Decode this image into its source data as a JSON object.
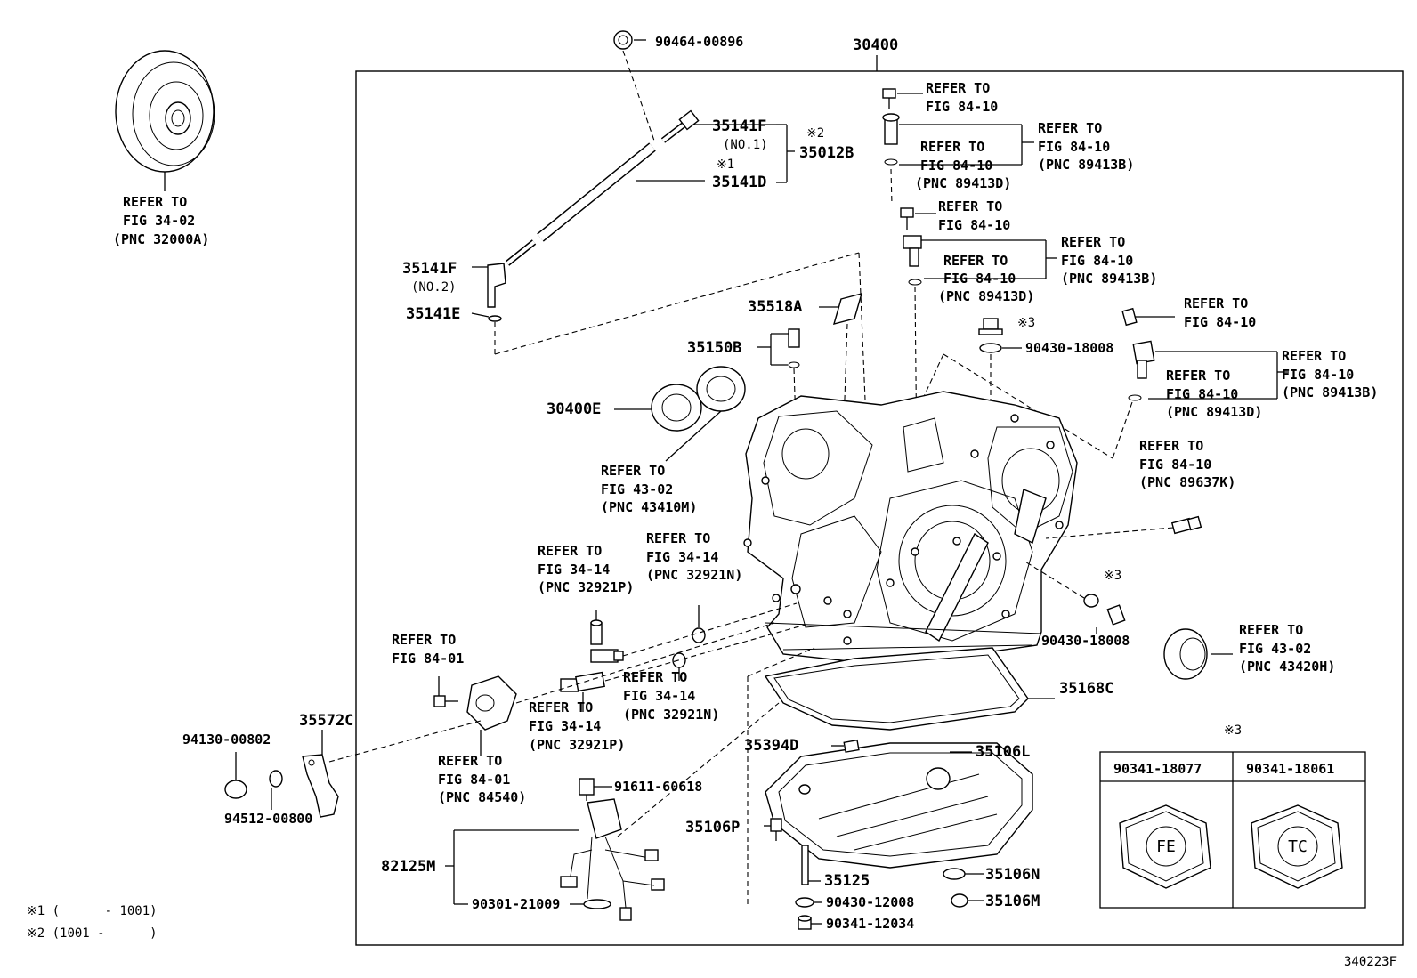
{
  "labels": {
    "assembly": "30400",
    "p90464": "90464-00896",
    "p35141F_1": "35141F",
    "no1": "(NO.1)",
    "mark1": "※1",
    "mark2": "※2",
    "p35012B": "35012B",
    "p35141D": "35141D",
    "p35141F_2": "35141F",
    "no2": "(NO.2)",
    "p35141E": "35141E",
    "p35518A": "35518A",
    "p35150B": "35150B",
    "p30400E": "30400E",
    "p35168C": "35168C",
    "p35394D": "35394D",
    "p35106L": "35106L",
    "p35106P": "35106P",
    "p35125": "35125",
    "p35106N": "35106N",
    "p35106M": "35106M",
    "p90430_12008": "90430-12008",
    "p90341_12034": "90341-12034",
    "p35572C": "35572C",
    "p94130": "94130-00802",
    "p94512": "94512-00800",
    "p91611": "91611-60618",
    "p82125M": "82125M",
    "p90301": "90301-21009",
    "p90430_18008a": "90430-18008",
    "p90430_18008b": "90430-18008",
    "mark3a": "※3",
    "mark3b": "※3",
    "mark3c": "※3"
  },
  "refs": {
    "r1": [
      "REFER TO",
      "FIG 34-02",
      "(PNC 32000A)"
    ],
    "r2": [
      "REFER TO",
      "FIG 84-10"
    ],
    "r3": [
      "REFER TO",
      "FIG 84-10",
      "(PNC 89413B)"
    ],
    "r4": [
      "REFER TO",
      "FIG 84-10",
      "(PNC 89413D)"
    ],
    "r5": [
      "REFER TO",
      "FIG 84-10"
    ],
    "r6": [
      "REFER TO",
      "FIG 84-10",
      "(PNC 89413B)"
    ],
    "r7": [
      "REFER TO",
      "FIG 84-10",
      "(PNC 89413D)"
    ],
    "r8": [
      "REFER TO",
      "FIG 84-10"
    ],
    "r9": [
      "REFER TO",
      "FIG 84-10",
      "(PNC 89413B)"
    ],
    "r10": [
      "REFER TO",
      "FIG 84-10",
      "(PNC 89413D)"
    ],
    "r11": [
      "REFER TO",
      "FIG 84-10",
      "(PNC 89637K)"
    ],
    "r12": [
      "REFER TO",
      "FIG 43-02",
      "(PNC 43410M)"
    ],
    "r13": [
      "REFER TO",
      "FIG 34-14",
      "(PNC 32921P)"
    ],
    "r14": [
      "REFER TO",
      "FIG 34-14",
      "(PNC 32921N)"
    ],
    "r15": [
      "REFER TO",
      "FIG 34-14",
      "(PNC 32921N)"
    ],
    "r16": [
      "REFER TO",
      "FIG 34-14",
      "(PNC 32921P)"
    ],
    "r17": [
      "REFER TO",
      "FIG 84-01"
    ],
    "r18": [
      "REFER TO",
      "FIG 84-01",
      "(PNC 84540)"
    ],
    "r19": [
      "REFER TO",
      "FIG 43-02",
      "(PNC 43420H)"
    ]
  },
  "plug_table": {
    "mark": "※3",
    "col1": "90341-18077",
    "col2": "90341-18061",
    "icon1": "FE",
    "icon2": "TC"
  },
  "footnotes": {
    "n1": "※1 (      - 1001)",
    "n2": "※2 (1001 -      )"
  },
  "figure_id": "340223F"
}
